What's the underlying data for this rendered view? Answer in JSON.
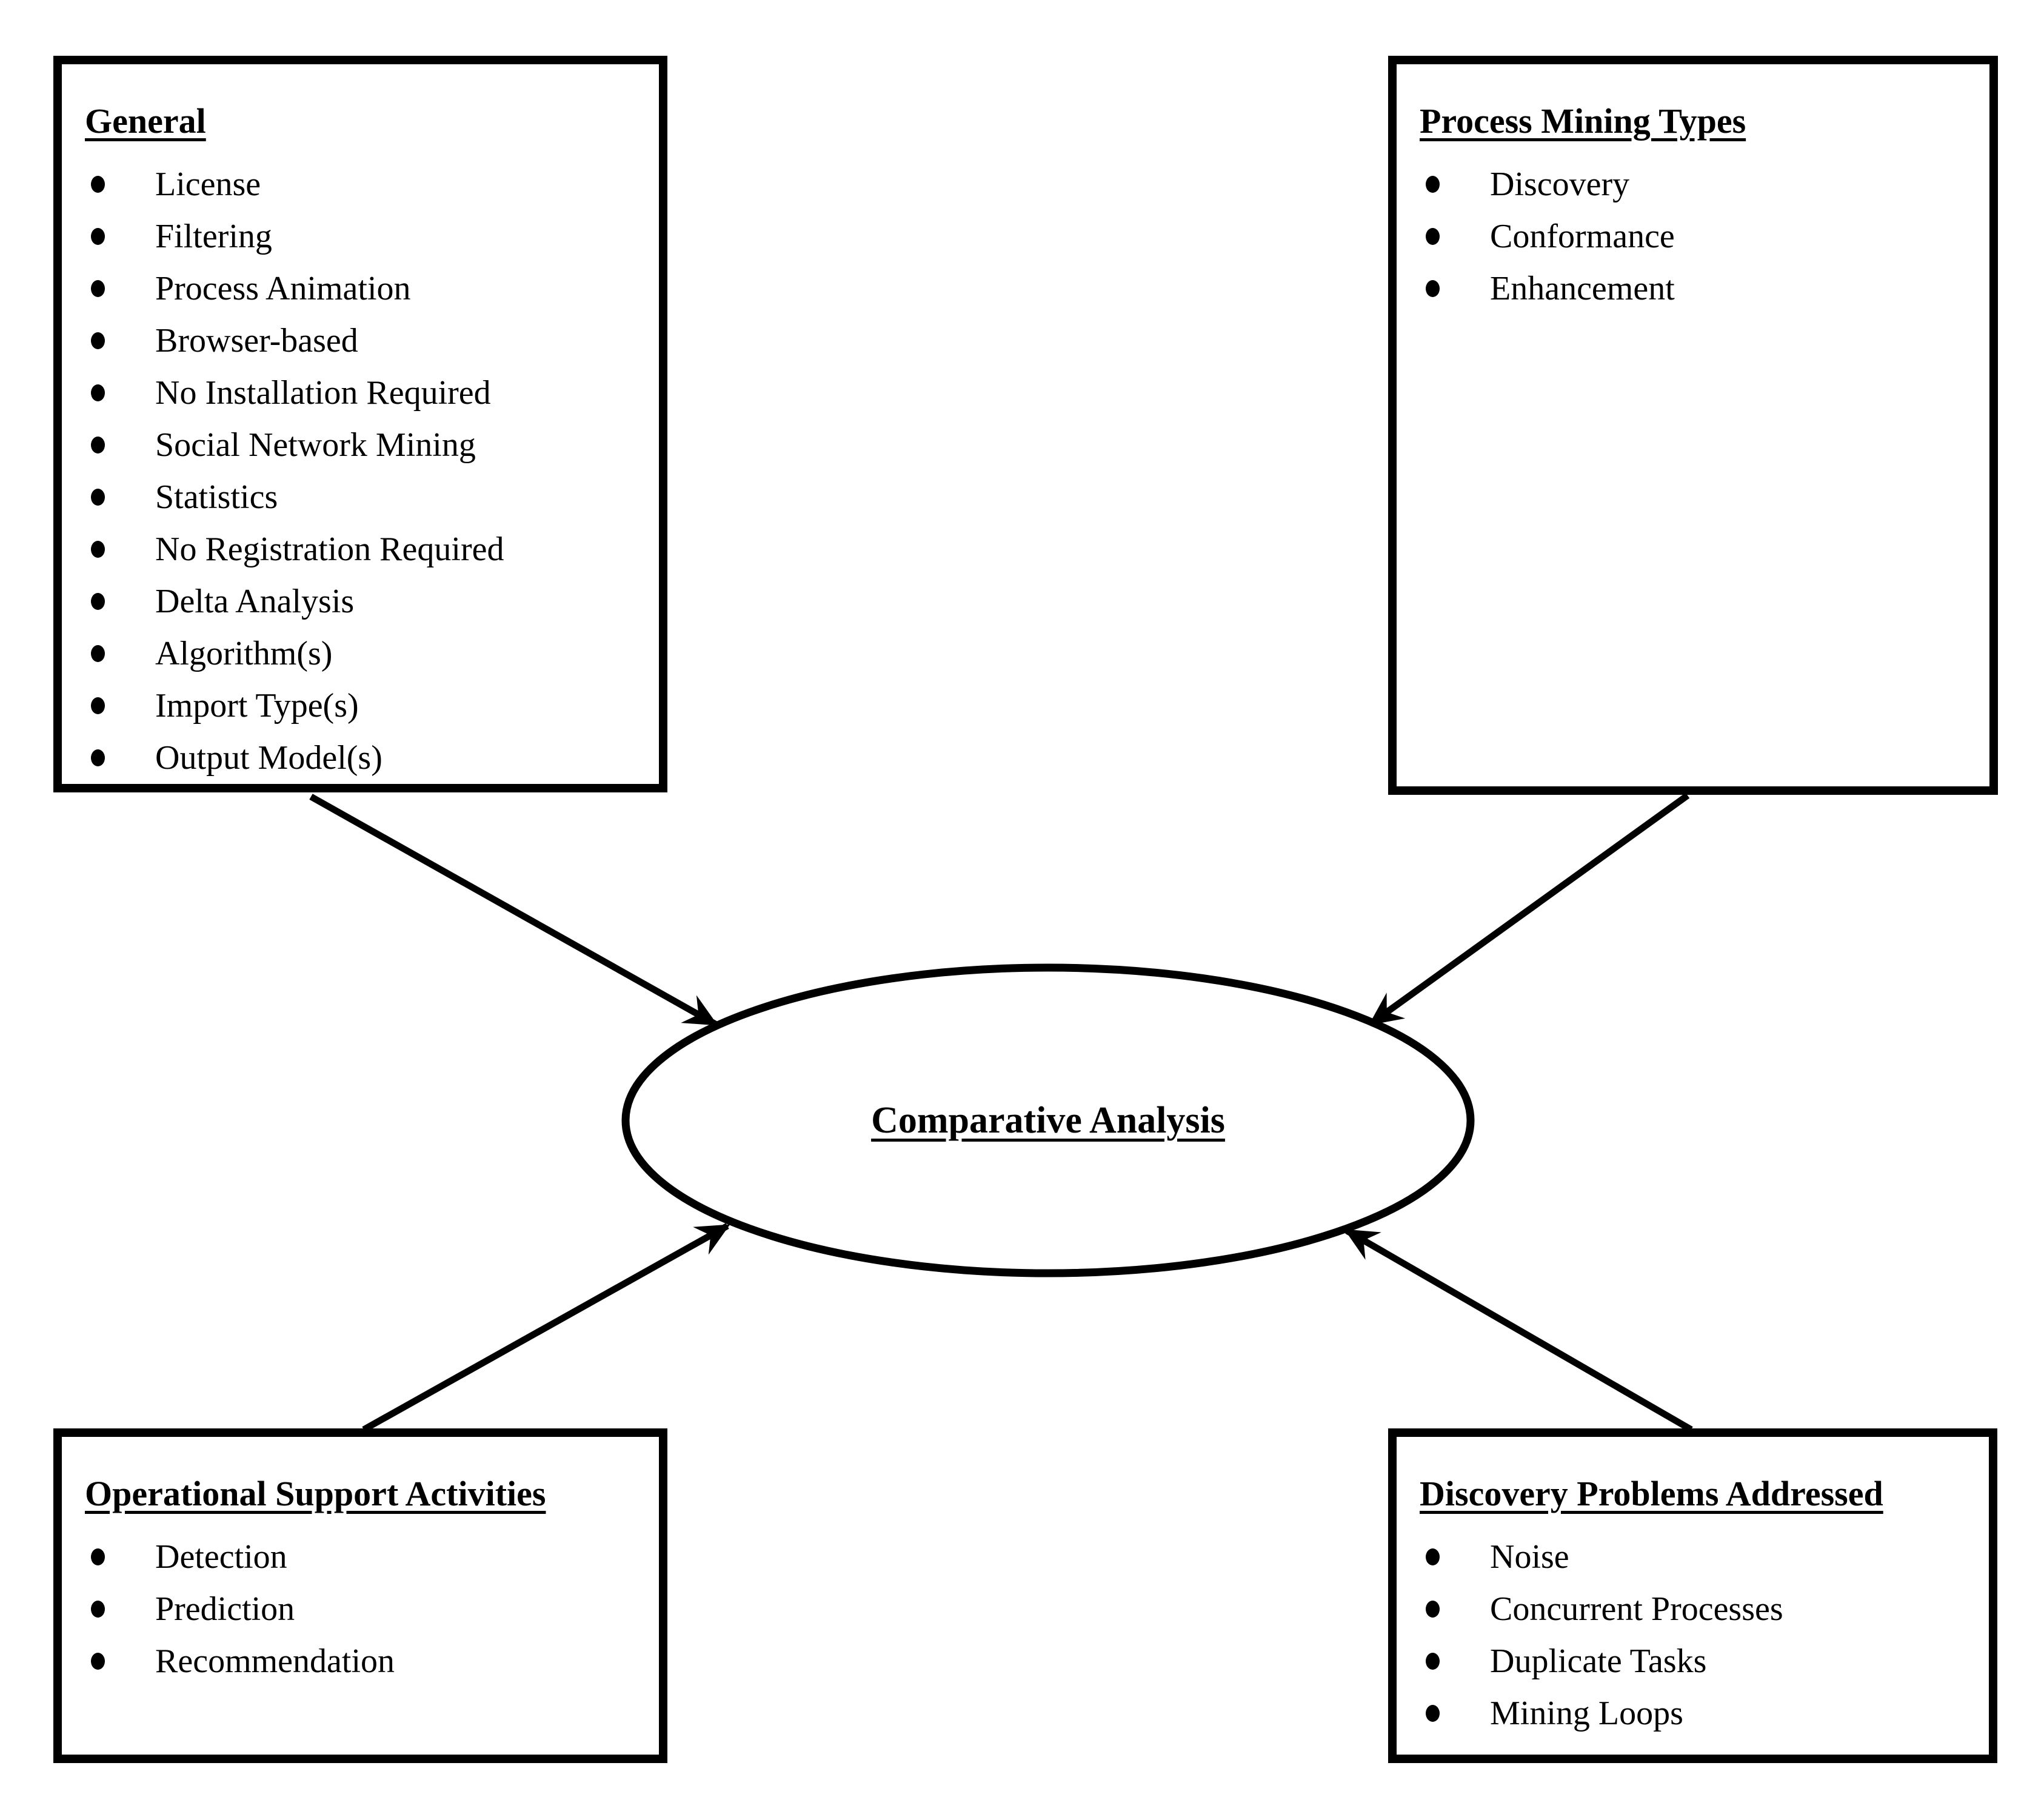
{
  "diagram": {
    "center": {
      "label": "Comparative Analysis"
    },
    "boxes": [
      {
        "id": "general",
        "title": "General",
        "items": [
          "License",
          "Filtering",
          "Process Animation",
          "Browser-based",
          "No Installation Required",
          "Social Network Mining",
          "Statistics",
          "No Registration Required",
          "Delta Analysis",
          "Algorithm(s)",
          "Import Type(s)",
          "Output Model(s)"
        ]
      },
      {
        "id": "process-mining-types",
        "title": "Process Mining Types",
        "items": [
          "Discovery",
          "Conformance",
          "Enhancement"
        ]
      },
      {
        "id": "operational-support-activities",
        "title": "Operational Support Activities",
        "items": [
          "Detection",
          "Prediction",
          "Recommendation"
        ]
      },
      {
        "id": "discovery-problems-addressed",
        "title": "Discovery Problems Addressed",
        "items": [
          "Noise",
          "Concurrent Processes",
          "Duplicate Tasks",
          "Mining Loops"
        ]
      }
    ],
    "colors": {
      "ink": "#000000",
      "background": "#ffffff"
    }
  }
}
